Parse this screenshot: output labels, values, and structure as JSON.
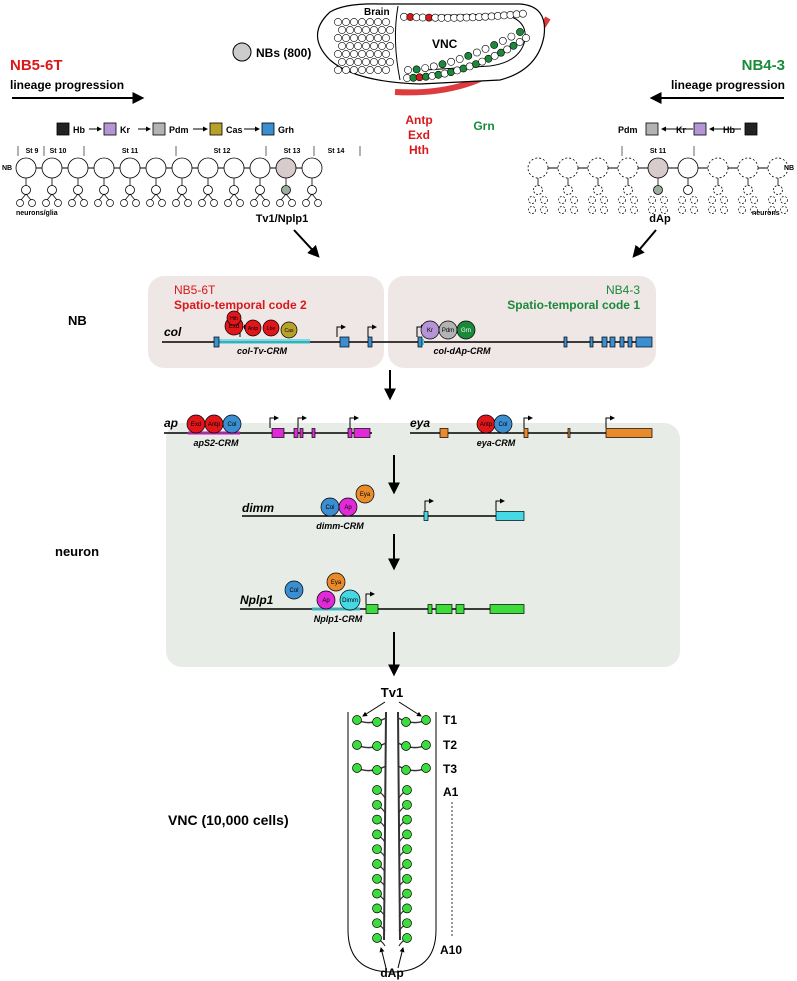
{
  "colors": {
    "red": "#d7191c",
    "green": "#1a8a3a",
    "nb_box": "#efe6e6",
    "neuron_box": "#e7ece6",
    "blue_exon": "#3b8fd0",
    "cyan_exon": "#47d8e6",
    "magenta_exon": "#e02ad8",
    "orange_exon": "#e98a2b",
    "green_exon": "#3bdc3b",
    "cell_green": "#3bdc3b"
  },
  "embryo": {
    "brain_label": "Brain",
    "vnc_label": "VNC",
    "nb_legend": "NBs (800)",
    "red_factors": [
      "Antp",
      "Exd",
      "Hth"
    ],
    "green_factor": "Grn"
  },
  "left_lineage": {
    "title": "NB5-6T",
    "subtitle": "lineage progression",
    "factors": [
      {
        "name": "Hb",
        "color": "#222222"
      },
      {
        "name": "Kr",
        "color": "#b595d6"
      },
      {
        "name": "Pdm",
        "color": "#b3b3b3"
      },
      {
        "name": "Cas",
        "color": "#b7a12a"
      },
      {
        "name": "Grh",
        "color": "#3b8fd0"
      }
    ],
    "stages": [
      "St 9",
      "St 10",
      "St 11",
      "St 12",
      "St 13",
      "St 14"
    ],
    "nb_label": "NB",
    "bottom_label": "neurons/glia",
    "cell_label": "Tv1/Nplp1"
  },
  "right_lineage": {
    "title": "NB4-3",
    "subtitle": "lineage progression",
    "factors": [
      {
        "name": "Pdm",
        "color": "#b3b3b3"
      },
      {
        "name": "Kr",
        "color": "#b595d6"
      },
      {
        "name": "Hb",
        "color": "#222222"
      }
    ],
    "stages": [
      "St 11"
    ],
    "nb_label": "NB",
    "bottom_label": "neurons",
    "cell_label": "dAp"
  },
  "row_labels": {
    "nb": "NB",
    "neuron": "neuron",
    "vnc": "VNC (10,000 cells)"
  },
  "nb_panel": {
    "left_title": "NB5-6T",
    "left_subtitle": "Spatio-temporal code 2",
    "right_title": "NB4-3",
    "right_subtitle": "Spatio-temporal code 1",
    "gene": "col",
    "left_crm": "col-Tv-CRM",
    "right_crm": "col-dAp-CRM",
    "left_factors": [
      "Hth",
      "Exd",
      "Antp",
      "Lbe",
      "Cas"
    ],
    "right_factors": [
      "Kr",
      "Pdm",
      "Grn"
    ]
  },
  "neuron_panel": {
    "ap": {
      "gene": "ap",
      "crm": "apS2-CRM",
      "factors": [
        "Exd",
        "Antp",
        "Col"
      ]
    },
    "eya": {
      "gene": "eya",
      "crm": "eya-CRM",
      "factors": [
        "Antp",
        "Col"
      ]
    },
    "dimm": {
      "gene": "dimm",
      "crm": "dimm-CRM",
      "factors": [
        "Col",
        "Ap",
        "Eya"
      ]
    },
    "nplp1": {
      "gene": "Nplp1",
      "crm": "Nplp1-CRM",
      "factors": [
        "Col",
        "Eya",
        "Ap",
        "Dimm"
      ]
    }
  },
  "vnc": {
    "top_label": "Tv1",
    "bottom_label": "dAp",
    "segments": [
      "T1",
      "T2",
      "T3",
      "A1",
      "A10"
    ]
  }
}
